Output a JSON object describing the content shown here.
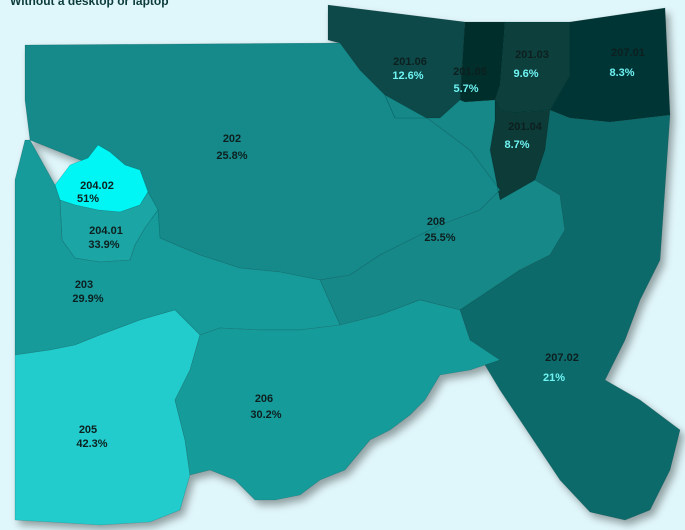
{
  "title": "Without a desktop or laptop",
  "colors": {
    "background": "#dff6fa",
    "label_dark": "#0d1f1f",
    "label_light": "#6ff3f3"
  },
  "tracts": [
    {
      "id": "201.06",
      "value": "12.6%",
      "fill": "#0a4a4a"
    },
    {
      "id": "201.05",
      "value": "5.7%",
      "fill": "#052e2c"
    },
    {
      "id": "201.03",
      "value": "9.6%",
      "fill": "#073f3d"
    },
    {
      "id": "207.01",
      "value": "8.3%",
      "fill": "#063634"
    },
    {
      "id": "201.04",
      "value": "8.7%",
      "fill": "#073a38"
    },
    {
      "id": "202",
      "value": "25.8%",
      "fill": "#128a8a"
    },
    {
      "id": "204.02",
      "value": "51%",
      "fill": "#00f5f5"
    },
    {
      "id": "204.01",
      "value": "33.9%",
      "fill": "#1aa5a5"
    },
    {
      "id": "203",
      "value": "29.9%",
      "fill": "#149a9a"
    },
    {
      "id": "208",
      "value": "25.5%",
      "fill": "#128888"
    },
    {
      "id": "205",
      "value": "42.3%",
      "fill": "#20cccc"
    },
    {
      "id": "206",
      "value": "30.2%",
      "fill": "#159b9b"
    },
    {
      "id": "207.02",
      "value": "21%",
      "fill": "#0c6a6a"
    }
  ]
}
